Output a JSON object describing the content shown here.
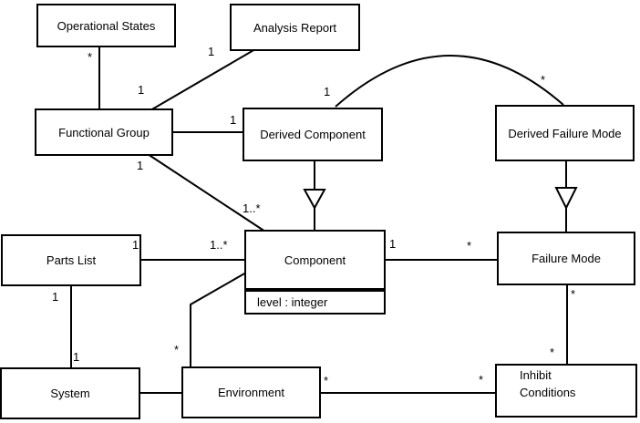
{
  "classes": [
    {
      "name": "Operational States"
    },
    {
      "name": "Analysis Report"
    },
    {
      "name": "Functional Group"
    },
    {
      "name": "Derived Component"
    },
    {
      "name": "Derived Failure Mode"
    },
    {
      "name": "Parts List"
    },
    {
      "name": "Component",
      "attributes": [
        "level : integer"
      ]
    },
    {
      "name": "Failure Mode"
    },
    {
      "name": "System"
    },
    {
      "name": "Environment"
    },
    {
      "name": "Inhibit Conditions"
    }
  ],
  "associations": [
    {
      "from": "Operational States",
      "to": "Functional Group",
      "from_mult": "*",
      "to_mult": ""
    },
    {
      "from": "Analysis Report",
      "to": "Functional Group",
      "from_mult": "1",
      "to_mult": "1"
    },
    {
      "from": "Functional Group",
      "to": "Derived Component",
      "from_mult": "",
      "to_mult": "1"
    },
    {
      "from": "Derived Component",
      "to": "Derived Failure Mode",
      "from_mult": "1",
      "to_mult": "*"
    },
    {
      "from": "Functional Group",
      "to": "Component",
      "from_mult": "1",
      "to_mult": "1..*"
    },
    {
      "from": "Parts List",
      "to": "Component",
      "from_mult": "1",
      "to_mult": "1..*"
    },
    {
      "from": "Component",
      "to": "Failure Mode",
      "from_mult": "1",
      "to_mult": "*"
    },
    {
      "from": "Parts List",
      "to": "System",
      "from_mult": "1",
      "to_mult": "1"
    },
    {
      "from": "System",
      "to": "Environment",
      "from_mult": "",
      "to_mult": ""
    },
    {
      "from": "Environment",
      "to": "Component",
      "from_mult": "*",
      "to_mult": ""
    },
    {
      "from": "Environment",
      "to": "Inhibit Conditions",
      "from_mult": "*",
      "to_mult": "*"
    },
    {
      "from": "Failure Mode",
      "to": "Inhibit Conditions",
      "from_mult": "*",
      "to_mult": "*"
    }
  ],
  "generalizations": [
    {
      "child": "Derived Component",
      "parent": "Component"
    },
    {
      "child": "Derived Failure Mode",
      "parent": "Failure Mode"
    }
  ]
}
